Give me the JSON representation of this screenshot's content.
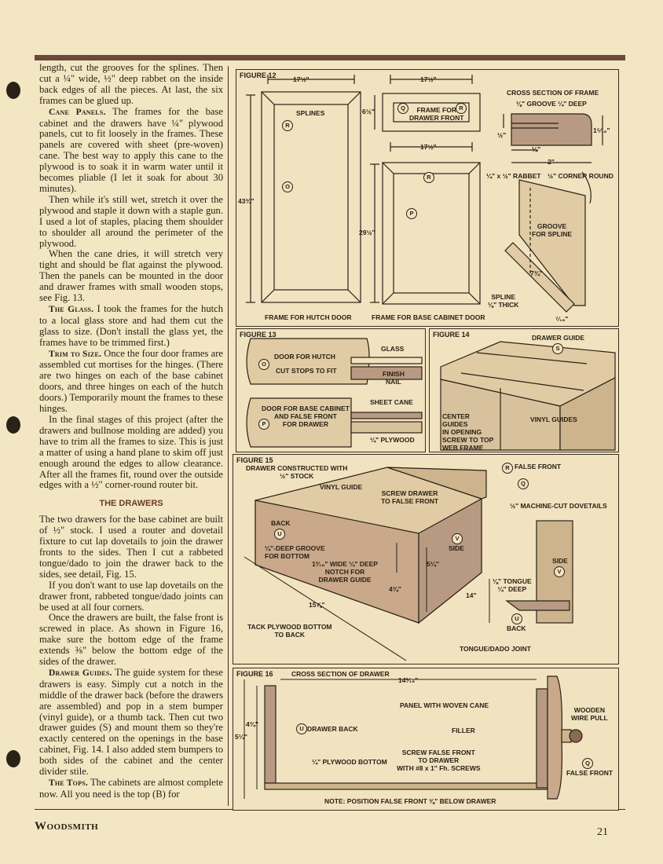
{
  "body_text": {
    "p1": "length, cut the grooves for the splines. Then cut a ¼\" wide, ½\" deep rabbet on the inside back edges of all the pieces. At last, the six frames can be glued up.",
    "p2_head": "Cane Panels.",
    "p2": " The frames for the base cabinet and the drawers have ¼\" plywood panels, cut to fit loosely in the frames. These panels are covered with sheet (pre-woven) cane. The best way to apply this cane to the plywood is to soak it in warm water until it becomes pliable (I let it soak for about 30 minutes).",
    "p3": "Then while it's still wet, stretch it over the plywood and staple it down with a staple gun. I used a lot of staples, placing them shoulder to shoulder all around the perimeter of the plywood.",
    "p4": "When the cane dries, it will stretch very tight and should be flat against the plywood. Then the panels can be mounted in the door and drawer frames with small wooden stops, see Fig. 13.",
    "p5_head": "The Glass.",
    "p5": " I took the frames for the hutch to a local glass store and had them cut the glass to size. (Don't install the glass yet, the frames have to be trimmed first.)",
    "p6_head": "Trim to Size.",
    "p6": " Once the four door frames are assembled cut mortises for the hinges. (There are two hinges on each of the base cabinet doors, and three hinges on each of the hutch doors.) Temporarily mount the frames to these hinges.",
    "p7": "In the final stages of this project (after the drawers and bullnose molding are added) you have to trim all the frames to size. This is just a matter of using a hand plane to skim off just enough around the edges to allow clearance. After all the frames fit, round over the outside edges with a ½\" corner-round router bit.",
    "section_title": "THE DRAWERS",
    "p8": "The two drawers for the base cabinet are built of ½\" stock. I used a router and dovetail fixture to cut lap dovetails to join the drawer fronts to the sides. Then I cut a rabbeted tongue/dado to join the drawer back to the sides, see detail, Fig. 15.",
    "p9": "If you don't want to use lap dovetails on the drawer front, rabbeted tongue/dado joints can be used at all four corners.",
    "p10": "Once the drawers are built, the false front is screwed in place. As shown in Figure 16, make sure the bottom edge of the frame extends ⅜\" below the bottom edge of the sides of the drawer.",
    "p11_head": "Drawer Guides.",
    "p11": " The guide system for these drawers is easy. Simply cut a notch in the middle of the drawer back (before the drawers are assembled) and pop in a stem bumper (vinyl guide), or a thumb tack. Then cut two drawer guides (S) and mount them so they're exactly centered on the openings in the base cabinet, Fig. 14. I also added stem bumpers to both sides of the cabinet and the center divider stile.",
    "p12_head": "The Tops.",
    "p12": " The cabinets are almost complete now. All you need is the top (B) for"
  },
  "fig12": {
    "title": "FIGURE 12",
    "dim_17a": "17½\"",
    "dim_17b": "17½\"",
    "dim_17c": "17½\"",
    "splines": "SPLINES",
    "r": "R",
    "o": "O",
    "q": "Q",
    "p": "P",
    "dim_43": "43¾\"",
    "dim_6": "6½\"",
    "dim_29": "29½\"",
    "frame_drawer_front": "FRAME FOR\nDRAWER FRONT",
    "hutch_door": "FRAME FOR HUTCH DOOR",
    "base_door": "FRAME FOR BASE CABINET DOOR",
    "cross_section": "CROSS SECTION OF FRAME",
    "groove": "⅛\" GROOVE ¼\" DEEP",
    "dim_half": "½\"",
    "dim_quarter": "¼\"",
    "dim_13": "1⁵⁄₁₆\"",
    "dim_2": "2\"",
    "rabbet": "¼\" x ½\" RABBET",
    "corner_round": "½\" CORNER ROUND",
    "groove_spline": "GROOVE\nFOR SPLINE",
    "dim_7": "7¾\"",
    "spline": "SPLINE\n⅛\" THICK",
    "dim_7_16": "⁷⁄₁₆\""
  },
  "fig13": {
    "title": "FIGURE 13",
    "door_hutch": "DOOR FOR HUTCH",
    "cut_stops": "CUT STOPS TO FIT",
    "glass": "GLASS",
    "finish_nail": "FINISH\nNAIL",
    "door_base": "DOOR FOR BASE CABINET\nAND FALSE FRONT\nFOR DRAWER",
    "sheet_cane": "SHEET CANE",
    "plywood": "¼\" PLYWOOD",
    "o": "O",
    "p": "P"
  },
  "fig14": {
    "title": "FIGURE 14",
    "drawer_guide": "DRAWER GUIDE",
    "s": "S",
    "center_guides": "CENTER\nGUIDES\nIN OPENING\nSCREW TO TOP\nWEB FRAME",
    "vinyl_guides": "VINYL GUIDES"
  },
  "fig15": {
    "title": "FIGURE 15",
    "drawer_constructed": "DRAWER CONSTRUCTED WITH\n½\" STOCK",
    "vinyl_guide": "VINYL GUIDE",
    "screw_drawer": "SCREW DRAWER\nTO FALSE FRONT",
    "false_front": "FALSE FRONT",
    "r": "R",
    "q": "Q",
    "u": "U",
    "v": "V",
    "dovetails": "½\" MACHINE-CUT DOVETAILS",
    "back": "BACK",
    "side": "SIDE",
    "groove_bottom": "¼\"-DEEP GROOVE\nFOR BOTTOM",
    "notch": "1³⁄₁₆\" WIDE ¼\" DEEP\nNOTCH FOR\nDRAWER GUIDE",
    "dim_5": "5¼\"",
    "dim_4": "4¾\"",
    "dim_14": "14\"",
    "dim_15": "15⅞\"",
    "tack": "TACK PLYWOOD BOTTOM\nTO BACK",
    "tongue": "⅛\" TONGUE\n¼\" DEEP",
    "side_v": "SIDE",
    "back_u": "BACK",
    "tongue_joint": "TONGUE/DADO JOINT"
  },
  "fig16": {
    "title": "FIGURE 16",
    "cross_section": "CROSS SECTION OF DRAWER",
    "dim_14": "14³⁄₁₆\"",
    "panel": "PANEL WITH WOVEN CANE",
    "wooden_pull": "WOODEN\nWIRE PULL",
    "filler": "FILLER",
    "drawer_back": "DRAWER BACK",
    "u": "U",
    "q": "Q",
    "dim_4": "4¾\"",
    "dim_5": "5¼\"",
    "plywood_bottom": "¼\" PLYWOOD BOTTOM",
    "screw_false": "SCREW FALSE FRONT\nTO DRAWER\nWITH #8 x 1\" Fh. SCREWS",
    "false_front": "FALSE FRONT",
    "note": "NOTE: POSITION FALSE FRONT ⅜\" BELOW DRAWER"
  },
  "footer": {
    "magazine": "Woodsmith",
    "page": "21"
  }
}
